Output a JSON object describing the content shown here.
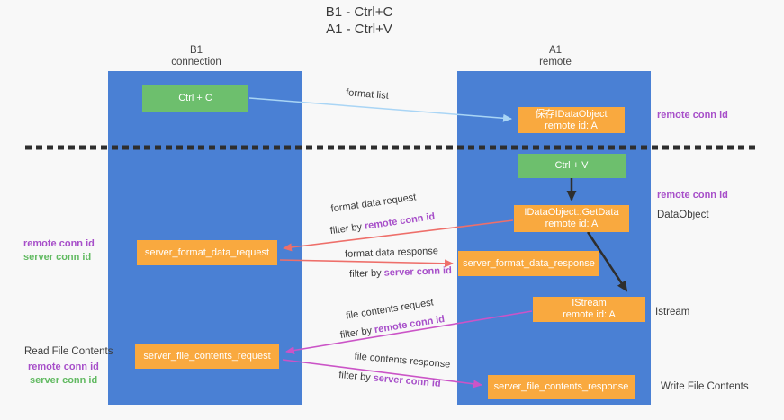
{
  "title": {
    "line1": "B1 - Ctrl+C",
    "line2": "A1 - Ctrl+V"
  },
  "lanes": {
    "left": {
      "name": "B1",
      "subtitle": "connection"
    },
    "right": {
      "name": "A1",
      "subtitle": "remote"
    }
  },
  "nodes": {
    "ctrl_c": "Ctrl + C",
    "ctrl_v": "Ctrl + V",
    "save_dataobject": {
      "line1": "保存IDataObject",
      "line2": "remote id: A"
    },
    "getdata": {
      "line1": "IDataObject::GetData",
      "line2": "remote id: A"
    },
    "istream": {
      "line1": "IStream",
      "line2": "remote id: A"
    },
    "server_format_data_request": "server_format_data_request",
    "server_format_data_response": "server_format_data_response",
    "server_file_contents_request": "server_file_contents_request",
    "server_file_contents_response": "server_file_contents_response"
  },
  "arrow_labels": {
    "format_list": "format list",
    "format_data_request": "format data request",
    "format_data_response": "format data response",
    "file_contents_request": "file contents request",
    "file_contents_response": "file contents response",
    "filter_by": "filter by "
  },
  "side_labels": {
    "remote_conn_id": "remote conn id",
    "server_conn_id": "server conn id",
    "dataobject": "DataObject",
    "istream": "Istream",
    "read_file_contents": "Read File Contents",
    "write_file_contents": "Write File Contents"
  },
  "colors": {
    "lane_blue": "#4a80d4",
    "node_green": "#6dbf6d",
    "node_orange": "#f9a93f",
    "purple_label": "#a74fc9",
    "green_label": "#62ba62",
    "arrow_blue": "#a9d5f5",
    "arrow_black": "#2e2e2e",
    "arrow_red": "#ee6f6a",
    "arrow_magenta": "#cb54c7",
    "dashed_line": "#2e2e2e"
  }
}
